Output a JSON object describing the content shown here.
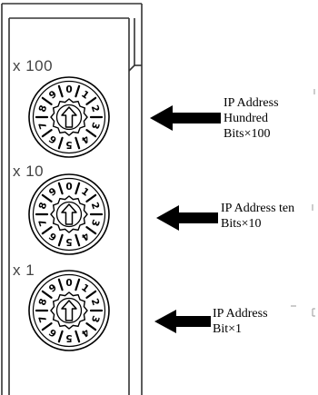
{
  "switches": [
    {
      "multiplier_label": "x 100",
      "callout_text": "IP Address\nHundred\nBits×100"
    },
    {
      "multiplier_label": "x 10",
      "callout_text": "IP Address ten\nBits×10"
    },
    {
      "multiplier_label": "x 1",
      "callout_text": "IP Address\nBit×1"
    }
  ],
  "dial_digits": [
    "0",
    "1",
    "2",
    "3",
    "4",
    "5",
    "6",
    "7",
    "8",
    "9"
  ],
  "colors": {
    "ink": "#000000",
    "panel_outline": "#333333",
    "label_gray": "#444444",
    "background": "#ffffff"
  }
}
